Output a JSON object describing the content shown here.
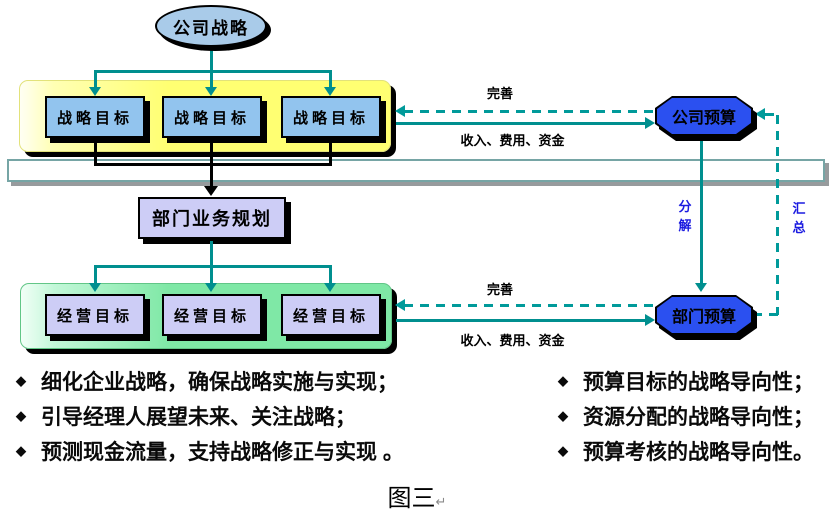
{
  "bullet_char": "◆",
  "diagram": {
    "company_strategy": "公司战略",
    "strategic_goals": [
      "战略目标",
      "战略目标",
      "战略目标"
    ],
    "dept_plan": "部门业务规划",
    "operating_goals": [
      "经营目标",
      "经营目标",
      "经营目标"
    ],
    "company_budget": "公司预算",
    "dept_budget": "部门预算",
    "labels": {
      "improve_top": "完善",
      "flows_top": "收入、费用、资金",
      "improve_bottom": "完善",
      "flows_bottom": "收入、费用、资金",
      "decompose": "分解",
      "aggregate": "汇总"
    },
    "colors": {
      "solid_line": "#008f8f",
      "dashed_line": "#009a9a",
      "budget_fill": "#2b50f0",
      "strategic_goal_fill": "#92c4ee",
      "operating_goal_fill": "#cdcdf6",
      "container_yellow": "#ffff72",
      "container_green": "#7fe8a6",
      "flow_label_blue": "#1a1ae0"
    }
  },
  "bullets_left": [
    "细化企业战略，确保战略实施与实现；",
    "引导经理人展望未来、关注战略；",
    "预测现金流量，支持战略修正与实现 。"
  ],
  "bullets_right": [
    "预算目标的战略导向性；",
    "资源分配的战略导向性；",
    "预算考核的战略导向性。"
  ],
  "caption": "图三",
  "return_mark": "↵"
}
